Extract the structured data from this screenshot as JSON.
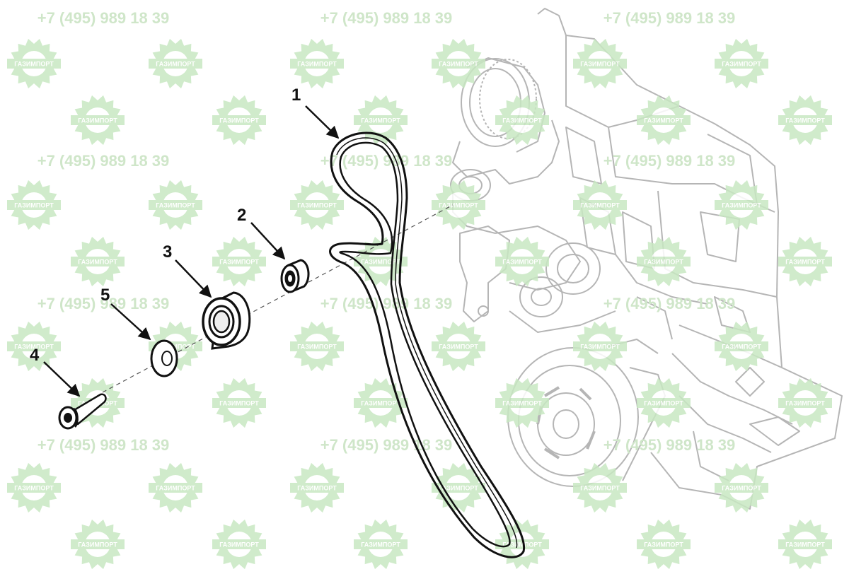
{
  "watermark": {
    "phone": "+7 (495) 989 18 39",
    "brand": "ГАЗИМПОРТ",
    "color": "#c8e8c2"
  },
  "callouts": [
    {
      "id": "1",
      "label": "1",
      "part": "drive-belt"
    },
    {
      "id": "2",
      "label": "2",
      "part": "bushing"
    },
    {
      "id": "3",
      "label": "3",
      "part": "idler-pulley"
    },
    {
      "id": "4",
      "label": "4",
      "part": "bolt"
    },
    {
      "id": "5",
      "label": "5",
      "part": "washer"
    }
  ],
  "colors": {
    "ink": "#111111",
    "engine_line": "#b8b8b8",
    "background": "#ffffff"
  }
}
